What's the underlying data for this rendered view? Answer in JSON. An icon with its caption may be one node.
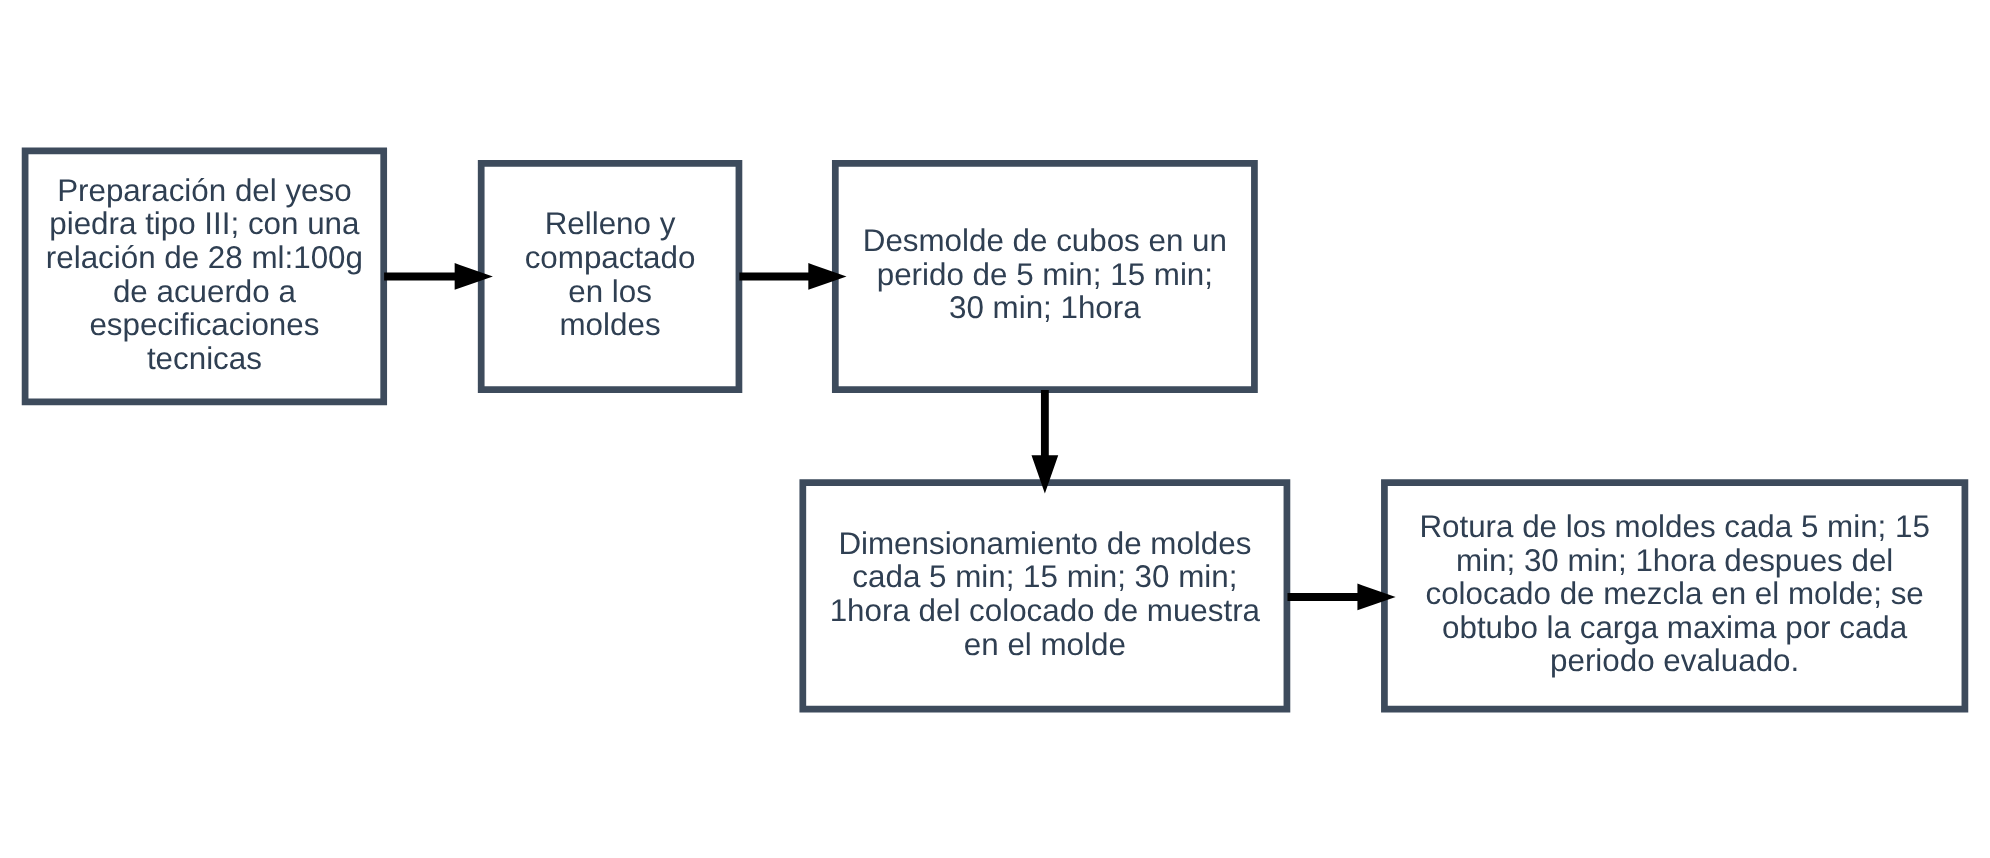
{
  "diagram": {
    "nodes": [
      {
        "text": [
          "Preparación del yeso piedra tipo III; con una relación de 28 ml:100g de acuerdo a especificaciones tecnicas"
        ]
      },
      {
        "text": [
          "Relleno y compactado en los moldes"
        ]
      },
      {
        "text": [
          "Desmolde de cubos en un perido de 5 min; 15 min; 30 min; 1hora"
        ]
      },
      {
        "text": [
          "Dimensionamiento de moldes cada 5 min; 15 min; 30 min; 1hora del colocado de muestra en el molde"
        ]
      },
      {
        "text": [
          "Rotura de los moldes cada 5 min; 15 min; 30 min; 1hora despues del colocado de mezcla en el molde; se obtubo la carga maxima por cada periodo evaluado."
        ]
      }
    ],
    "edges": [
      {
        "from": 0,
        "to": 1,
        "arrow": "to"
      },
      {
        "from": 1,
        "to": 2,
        "arrow": "to"
      },
      {
        "from": 2,
        "to": 3,
        "arrow": "to"
      },
      {
        "from": 3,
        "to": 4,
        "arrow": "to"
      }
    ]
  }
}
